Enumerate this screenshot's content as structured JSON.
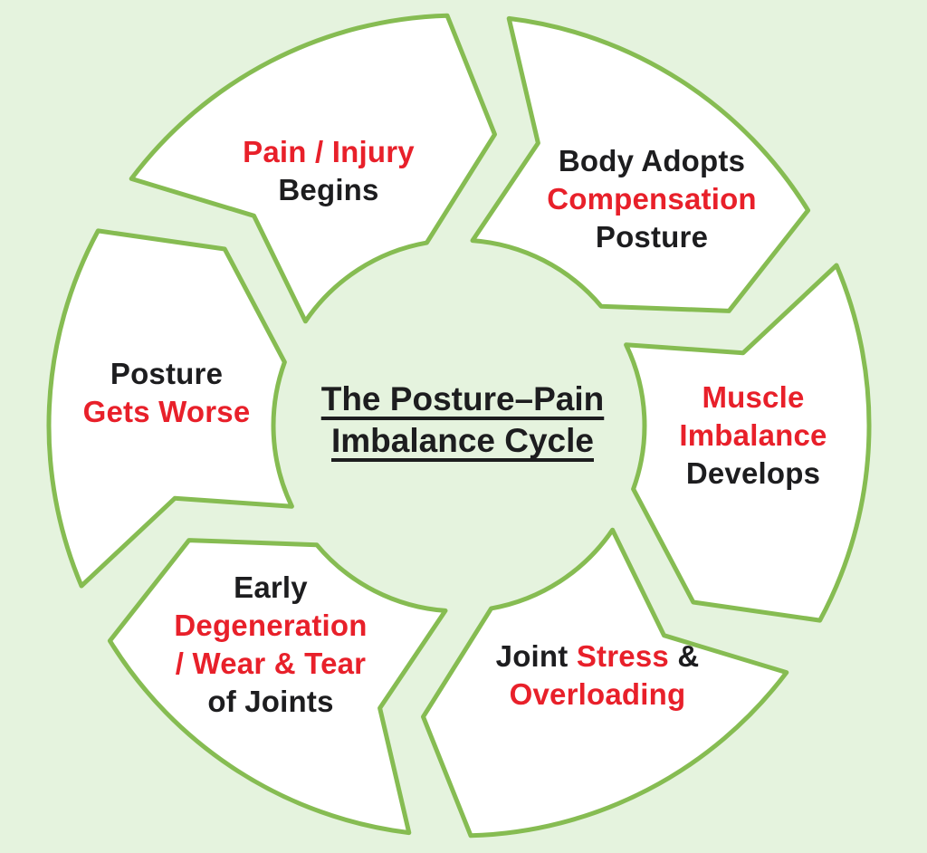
{
  "diagram": {
    "type": "cycle-diagram",
    "flow": "clockwise",
    "title": {
      "line1": "The Posture–Pain",
      "line2": "Imbalance Cycle"
    },
    "segments": [
      {
        "id": "pain-injury",
        "position": "top-left",
        "lines": [
          [
            {
              "text": "Pain / Injury",
              "color": "red"
            }
          ],
          [
            {
              "text": "Begins",
              "color": "black"
            }
          ]
        ]
      },
      {
        "id": "body-compensation",
        "position": "top-right",
        "lines": [
          [
            {
              "text": "Body Adopts",
              "color": "black"
            }
          ],
          [
            {
              "text": "Compensation",
              "color": "red"
            }
          ],
          [
            {
              "text": "Posture",
              "color": "black"
            }
          ]
        ]
      },
      {
        "id": "muscle-imbalance",
        "position": "right",
        "lines": [
          [
            {
              "text": "Muscle",
              "color": "red"
            }
          ],
          [
            {
              "text": "Imbalance",
              "color": "red"
            }
          ],
          [
            {
              "text": "Develops",
              "color": "black"
            }
          ]
        ]
      },
      {
        "id": "joint-stress",
        "position": "bottom-right",
        "lines": [
          [
            {
              "text": "Joint ",
              "color": "black"
            },
            {
              "text": "Stress",
              "color": "red"
            },
            {
              "text": " &",
              "color": "black"
            }
          ],
          [
            {
              "text": "Overloading",
              "color": "red"
            }
          ]
        ]
      },
      {
        "id": "early-degeneration",
        "position": "bottom-left",
        "lines": [
          [
            {
              "text": "Early",
              "color": "black"
            }
          ],
          [
            {
              "text": "Degeneration",
              "color": "red"
            }
          ],
          [
            {
              "text": "/ Wear & Tear",
              "color": "red"
            }
          ],
          [
            {
              "text": "of Joints",
              "color": "black"
            }
          ]
        ]
      },
      {
        "id": "posture-gets-worse",
        "position": "left",
        "lines": [
          [
            {
              "text": "Posture",
              "color": "black"
            }
          ],
          [
            {
              "text": "Gets Worse",
              "color": "red"
            }
          ]
        ]
      }
    ]
  },
  "colors": {
    "background": "#e5f3de",
    "segment_fill": "#ffffff",
    "segment_border": "#86bc52",
    "red": "#e8202a",
    "black": "#1d1d1f"
  }
}
